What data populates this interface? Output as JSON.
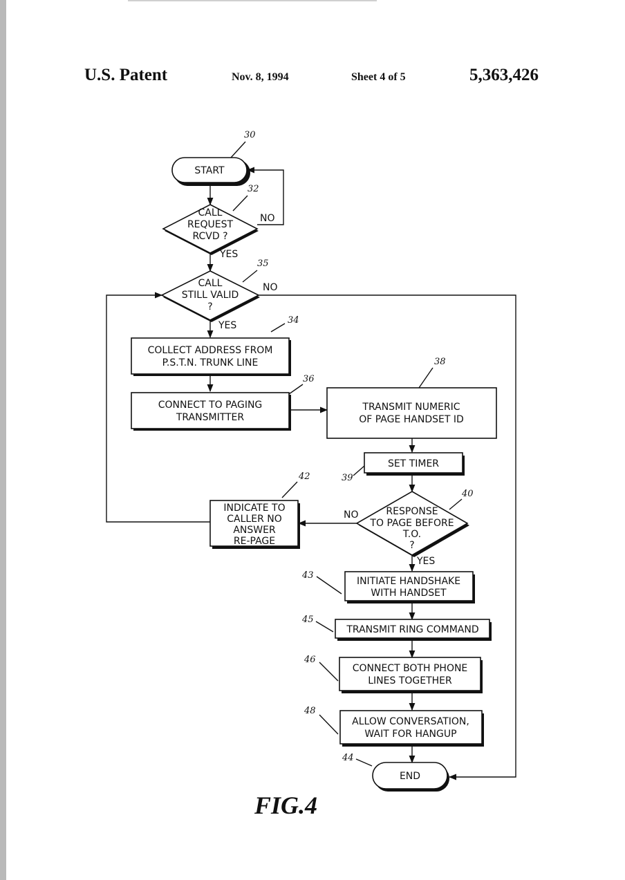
{
  "header": {
    "patent_label": "U.S. Patent",
    "date": "Nov. 8, 1994",
    "sheet": "Sheet 4 of 5",
    "patent_number": "5,363,426"
  },
  "figure_label": "FIG.4",
  "flowchart": {
    "start": {
      "ref": "30",
      "text": "START"
    },
    "call_request": {
      "ref": "32",
      "lines": [
        "CALL",
        "REQUEST",
        "RCVD ?"
      ],
      "yes": "YES",
      "no": "NO"
    },
    "call_valid": {
      "ref": "35",
      "lines": [
        "CALL",
        "STILL VALID",
        "?"
      ],
      "yes": "YES",
      "no": "NO"
    },
    "collect_address": {
      "ref": "34",
      "lines": [
        "COLLECT ADDRESS FROM",
        "P.S.T.N. TRUNK LINE"
      ]
    },
    "connect_paging": {
      "ref": "36",
      "lines": [
        "CONNECT TO PAGING",
        "TRANSMITTER"
      ]
    },
    "transmit_numeric": {
      "ref": "38",
      "lines": [
        "TRANSMIT NUMERIC",
        "OF PAGE HANDSET ID"
      ]
    },
    "set_timer": {
      "ref": "39",
      "text": "SET TIMER"
    },
    "response": {
      "ref": "40",
      "lines": [
        "RESPONSE",
        "TO PAGE BEFORE",
        "T.O.",
        "?"
      ],
      "yes": "YES",
      "no": "NO"
    },
    "indicate_caller": {
      "ref": "42",
      "lines": [
        "INDICATE TO",
        "CALLER NO",
        "ANSWER",
        "RE-PAGE"
      ]
    },
    "initiate_handshake": {
      "ref": "43",
      "lines": [
        "INITIATE HANDSHAKE",
        "WITH HANDSET"
      ]
    },
    "transmit_ring": {
      "ref": "45",
      "text": "TRANSMIT RING COMMAND"
    },
    "connect_lines": {
      "ref": "46",
      "lines": [
        "CONNECT BOTH PHONE",
        "LINES TOGETHER"
      ]
    },
    "allow_conversation": {
      "ref": "48",
      "lines": [
        "ALLOW CONVERSATION,",
        "WAIT FOR HANGUP"
      ]
    },
    "end": {
      "ref": "44",
      "text": "END"
    }
  }
}
